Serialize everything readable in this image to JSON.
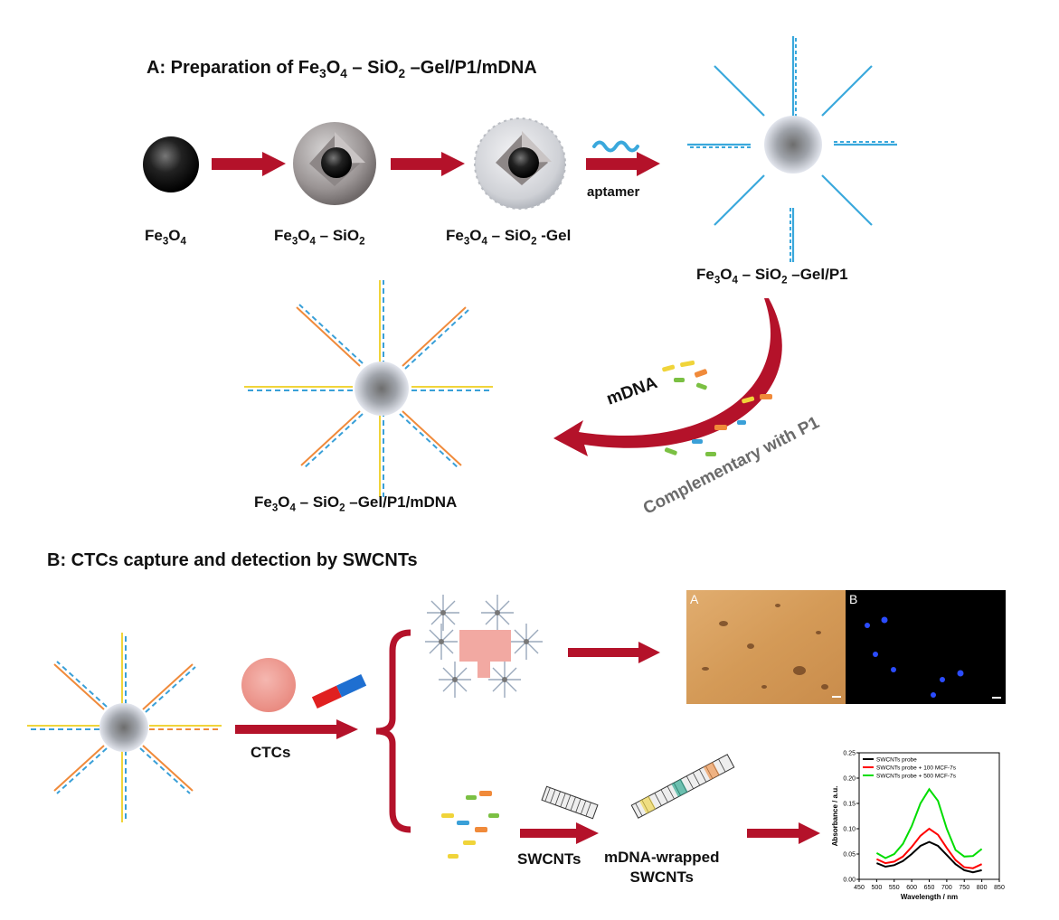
{
  "section_a": {
    "title_prefix": "A: Preparation of Fe",
    "title_sub1": "3",
    "title_o": "O",
    "title_sub2": "4",
    "title_mid": " – SiO",
    "title_sub3": "2",
    "title_suffix": " –Gel/P1/mDNA"
  },
  "labels": {
    "fe3o4": {
      "a": "Fe",
      "s1": "3",
      "b": "O",
      "s2": "4"
    },
    "fe3o4_sio2": {
      "a": "Fe",
      "s1": "3",
      "b": "O",
      "s2": "4",
      "c": " – SiO",
      "s3": "2"
    },
    "fe3o4_sio2_gel": {
      "a": "Fe",
      "s1": "3",
      "b": "O",
      "s2": "4",
      "c": " – SiO",
      "s3": "2",
      "d": " -Gel"
    },
    "fe3o4_sio2_gel_p1": {
      "a": "Fe",
      "s1": "3",
      "b": "O",
      "s2": "4",
      "c": " – SiO",
      "s3": "2",
      "d": " –Gel/P1"
    },
    "fe3o4_sio2_gel_p1_mdna": {
      "a": "Fe",
      "s1": "3",
      "b": "O",
      "s2": "4",
      "c": " – SiO",
      "s3": "2",
      "d": " –Gel/P1/mDNA"
    },
    "aptamer": "aptamer",
    "mdna": "mDNA",
    "complementary": "Complementary with P1"
  },
  "section_b": {
    "title": "B: CTCs capture and detection by SWCNTs",
    "ctcs": "CTCs",
    "swcnts": "SWCNTs",
    "mdna_wrapped_1": "mDNA-wrapped",
    "mdna_wrapped_2": "SWCNTs",
    "micro_a": "A",
    "micro_b": "B"
  },
  "chart_data": {
    "type": "line",
    "xlabel": "Wavelength / nm",
    "ylabel": "Absorbance / a.u.",
    "xlim": [
      450,
      850
    ],
    "ylim": [
      0.0,
      0.25
    ],
    "xticks": [
      450,
      500,
      550,
      600,
      650,
      700,
      750,
      800,
      850
    ],
    "yticks": [
      0.0,
      0.05,
      0.1,
      0.15,
      0.2,
      0.25
    ],
    "xtick_labels": [
      "450",
      "500",
      "550",
      "600",
      "650",
      "700",
      "750",
      "800",
      "850"
    ],
    "ytick_labels": [
      "0.00",
      "0.05",
      "0.10",
      "0.15",
      "0.20",
      "0.25"
    ],
    "legend_position": "top-left",
    "x": [
      500,
      525,
      550,
      575,
      600,
      625,
      650,
      675,
      700,
      725,
      750,
      775,
      800
    ],
    "series": [
      {
        "name": "SWCNTs probe",
        "color": "#000000",
        "values": [
          0.032,
          0.025,
          0.028,
          0.036,
          0.05,
          0.066,
          0.074,
          0.066,
          0.048,
          0.03,
          0.018,
          0.014,
          0.018
        ]
      },
      {
        "name": "SWCNTs probe + 100 MCF-7s",
        "color": "#ff0000",
        "values": [
          0.04,
          0.032,
          0.035,
          0.045,
          0.064,
          0.086,
          0.1,
          0.088,
          0.062,
          0.038,
          0.024,
          0.022,
          0.03
        ]
      },
      {
        "name": "SWCNTs probe + 500 MCF-7s",
        "color": "#00dd00",
        "values": [
          0.052,
          0.042,
          0.05,
          0.07,
          0.105,
          0.15,
          0.178,
          0.155,
          0.1,
          0.058,
          0.045,
          0.046,
          0.06
        ]
      }
    ]
  },
  "colors": {
    "arrow": "#b4122a",
    "aptamer": "#3aa8dc",
    "dna_yellow": "#f0d43a",
    "dna_orange": "#f08a3a",
    "dna_blue": "#3aa0d8"
  }
}
